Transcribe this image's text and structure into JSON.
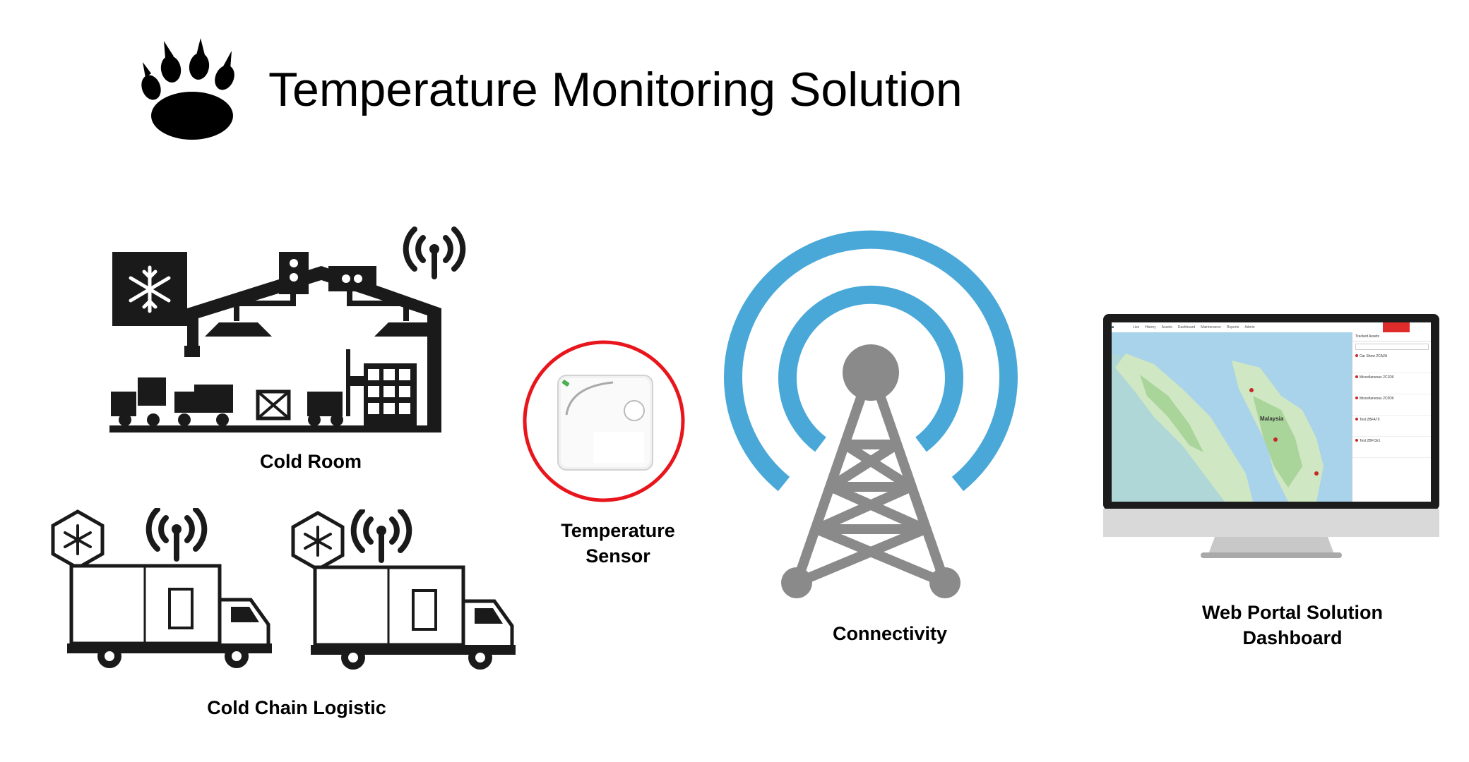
{
  "title": "Temperature Monitoring Solution",
  "labels": {
    "cold_room": "Cold Room",
    "cold_chain": "Cold Chain Logistic",
    "sensor_line1": "Temperature",
    "sensor_line2": "Sensor",
    "connectivity": "Connectivity",
    "portal_line1": "Web Portal Solution",
    "portal_line2": "Dashboard"
  },
  "dashboard": {
    "nav": [
      "Live",
      "History",
      "Assets",
      "Dashboard",
      "Maintenance",
      "Reports",
      "Admin"
    ],
    "panel_title": "Tracked Assets",
    "map_label": "Malaysia",
    "assets": [
      "Car Show 2CA2A",
      "Miscellaneous 2C1D6",
      "Miscellaneous 2C0D6",
      "Test 2BFA79",
      "Test 2BFCE1"
    ]
  },
  "colors": {
    "signal_blue": "#4aa8d8",
    "tower_gray": "#8a8a8a",
    "sensor_ring": "#e8161c",
    "portal_header_red": "#e02b2b"
  },
  "icons": [
    "paw-icon",
    "warehouse-icon",
    "snowflake-icon",
    "wifi-signal-icon",
    "truck-icon",
    "sensor-device-icon",
    "cell-tower-icon",
    "monitor-icon"
  ]
}
